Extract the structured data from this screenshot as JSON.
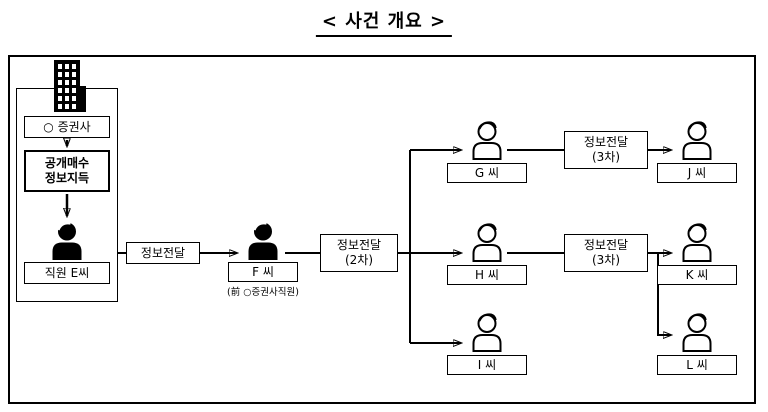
{
  "title": "< 사건 개요 >",
  "source": {
    "company": "○ 증권사",
    "info_acquired": "공개매수\n정보지득",
    "employee": "직원 E씨"
  },
  "transfers": {
    "t1": "정보전달",
    "t2": "정보전달\n(2차)",
    "t3": "정보전달\n(3차)"
  },
  "persons": {
    "f": "F 씨",
    "f_sub": "(前 ○증권사직원)",
    "g": "G 씨",
    "h": "H 씨",
    "i": "I 씨",
    "j": "J 씨",
    "k": "K 씨",
    "l": "L 씨"
  }
}
